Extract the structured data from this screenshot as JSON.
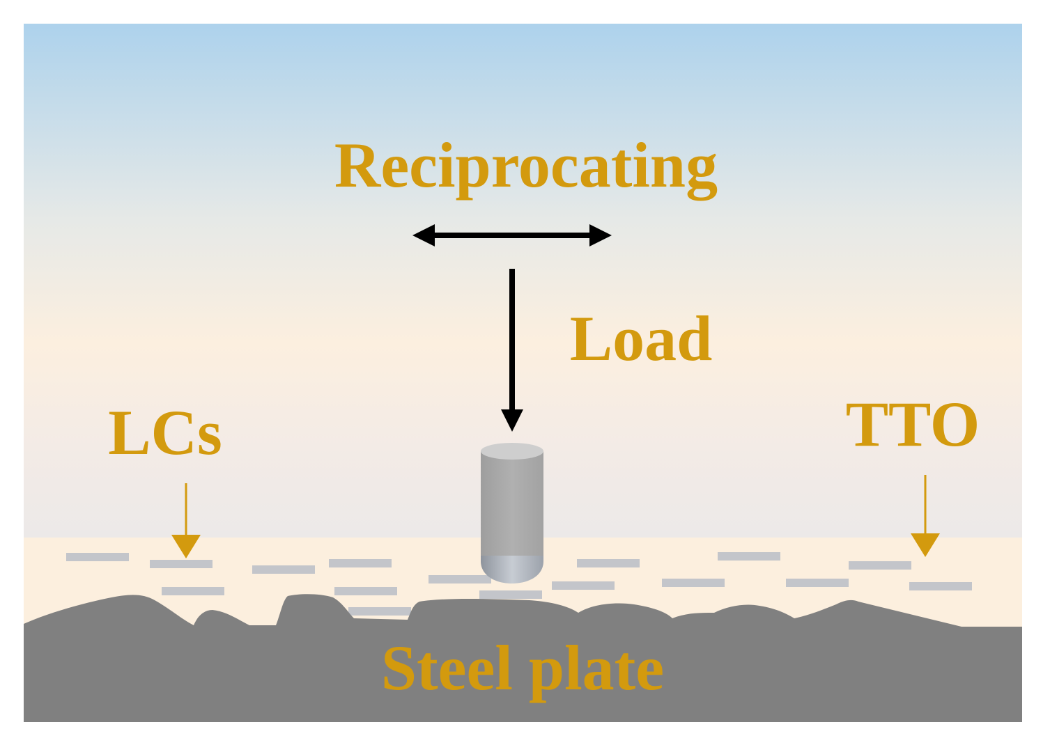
{
  "labels": {
    "reciprocating": "Reciprocating",
    "load": "Load",
    "lcs": "LCs",
    "tto": "TTO",
    "steel_plate": "Steel plate"
  },
  "colors": {
    "label": "#D39A0E",
    "arrow": "#000000",
    "sky_top": "#ADD2EC",
    "sky_bottom": "#FCEFDF",
    "oil_layer": "#FCEFDE",
    "steel": "#808080",
    "lc_molecule": "#C3C5CA",
    "pin_body": "#A9A9A9"
  }
}
